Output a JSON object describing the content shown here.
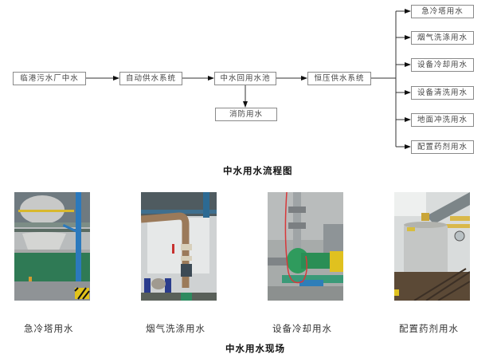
{
  "flowchart": {
    "nodes": {
      "source": "临港污水厂中水",
      "auto_supply": "自动供水系统",
      "reclaimed_pool": "中水回用水池",
      "fire_water": "消防用水",
      "constant_pressure": "恒压供水系统"
    },
    "branches": [
      "急冷塔用水",
      "烟气洗涤用水",
      "设备冷却用水",
      "设备清洗用水",
      "地面冲洗用水",
      "配置药剂用水"
    ],
    "caption": "中水用水流程图"
  },
  "photos": {
    "items": [
      {
        "label": "急冷塔用水",
        "scene": "quench-tower"
      },
      {
        "label": "烟气洗涤用水",
        "scene": "flue-gas-scrubbing-pipes"
      },
      {
        "label": "设备冷却用水",
        "scene": "cooling-pump"
      },
      {
        "label": "配置药剂用水",
        "scene": "chemical-dosing-tank"
      }
    ],
    "caption": "中水用水现场"
  }
}
